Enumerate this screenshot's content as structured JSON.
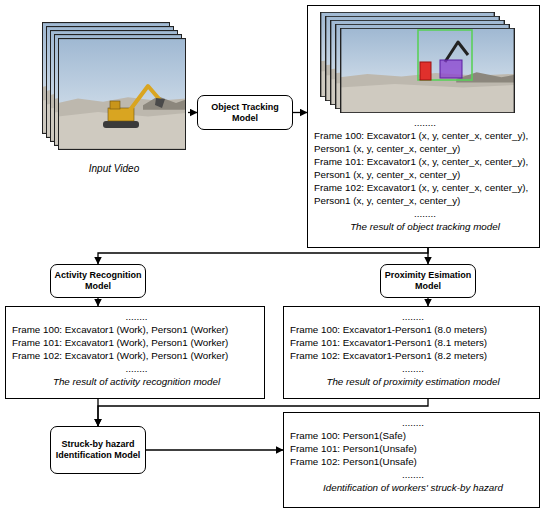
{
  "diagram": {
    "nodes": [
      {
        "text": [
          "Input Video"
        ]
      },
      {
        "text": [
          "Object Tracking Model"
        ]
      },
      {
        "text": [
          "........",
          "Frame 100: Excavator1 (x, y, center_x, center_y), Person1 (x, y, center_x, center_y)",
          "Frame 101: Excavator1 (x, y, center_x, center_y), Person1 (x, y, center_x, center_y)",
          "Frame 102: Excavator1 (x, y, center_x, center_y), Person1 (x, y, center_x, center_y)",
          "........",
          "The result of object tracking model"
        ]
      },
      {
        "text": [
          "Activity Recognition Model"
        ]
      },
      {
        "text": [
          "Proximity Esimation Model"
        ]
      },
      {
        "text": [
          "........",
          "Frame 100: Excavator1 (Work), Person1 (Worker)",
          "Frame 101: Excavator1 (Work), Person1 (Worker)",
          "Frame 102: Excavator1 (Work), Person1 (Worker)",
          "........",
          "The result of activity recognition model"
        ]
      },
      {
        "text": [
          "........",
          "Frame 100: Excavator1-Person1 (8.0 meters)",
          "Frame 101: Excavator1-Person1 (8.1 meters)",
          "Frame 102: Excavator1-Person1 (8.2 meters)",
          "........",
          "The result of proximity estimation model"
        ]
      },
      {
        "text": [
          "Struck-by hazard Identification Model"
        ]
      },
      {
        "text": [
          "........",
          "Frame 100: Person1(Safe)",
          "Frame 101: Person1(Unsafe)",
          "Frame 102: Person1(Unsafe)",
          "........",
          "Identification of workers' struck-by hazard"
        ]
      }
    ],
    "edges": [
      {
        "from": 0,
        "to": 1,
        "arrow": "to"
      },
      {
        "from": 1,
        "to": 2,
        "arrow": "to"
      },
      {
        "from": 2,
        "to": 3,
        "arrow": "to"
      },
      {
        "from": 2,
        "to": 4,
        "arrow": "to"
      },
      {
        "from": 3,
        "to": 5,
        "arrow": "to"
      },
      {
        "from": 4,
        "to": 6,
        "arrow": "to"
      },
      {
        "from": 5,
        "to": 7,
        "arrow": "to"
      },
      {
        "from": 6,
        "to": 7,
        "arrow": "to"
      },
      {
        "from": 7,
        "to": 8,
        "arrow": "to"
      }
    ]
  }
}
